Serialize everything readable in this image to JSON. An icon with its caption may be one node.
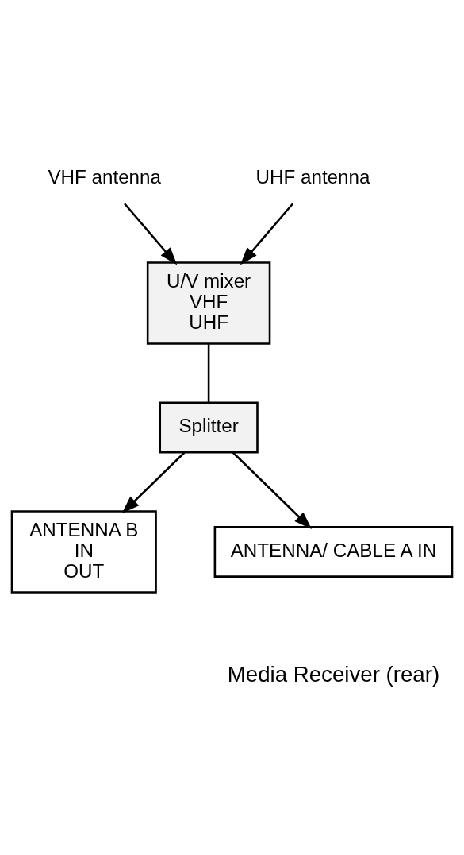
{
  "diagram": {
    "nodes": [
      {
        "text": [
          "VHF antenna"
        ]
      },
      {
        "text": [
          "UHF antenna"
        ]
      },
      {
        "text": [
          "U/V mixer",
          "VHF",
          "UHF"
        ]
      },
      {
        "text": [
          "Splitter"
        ]
      },
      {
        "text": [
          "ANTENNA B",
          "IN",
          "OUT"
        ]
      },
      {
        "text": [
          "ANTENNA/ CABLE A IN"
        ]
      }
    ],
    "edges": [
      {
        "from": 0,
        "to": 2,
        "arrow": "to"
      },
      {
        "from": 1,
        "to": 2,
        "arrow": "to"
      },
      {
        "from": 2,
        "to": 3,
        "arrow": "none"
      },
      {
        "from": 3,
        "to": 4,
        "arrow": "to"
      },
      {
        "from": 3,
        "to": 5,
        "arrow": "to"
      }
    ],
    "labels": [
      "Media Receiver (rear)"
    ]
  }
}
